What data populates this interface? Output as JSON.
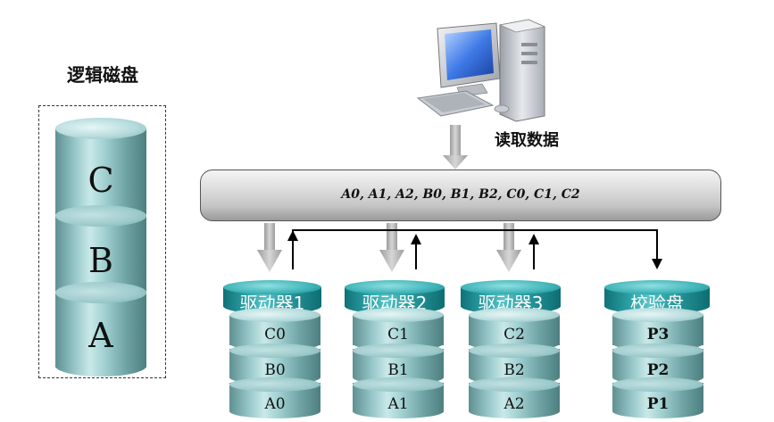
{
  "logical_disk": {
    "title": "逻辑磁盘",
    "segments": [
      "C",
      "B",
      "A"
    ]
  },
  "read_label": "读取数据",
  "bus_label": "A0, A1, A2, B0, B1, B2, C0, C1, C2",
  "drives": [
    {
      "name": "驱动器1",
      "blocks": [
        "C0",
        "B0",
        "A0"
      ]
    },
    {
      "name": "驱动器2",
      "blocks": [
        "C1",
        "B1",
        "A1"
      ]
    },
    {
      "name": "驱动器3",
      "blocks": [
        "C2",
        "B2",
        "A2"
      ]
    },
    {
      "name": "校验盘",
      "blocks": [
        "P3",
        "P2",
        "P1"
      ]
    }
  ],
  "icons": {
    "computer": "desktop-computer-icon",
    "read_arrow": "down-arrow-icon"
  },
  "colors": {
    "logical_disk": "#9fcfd0",
    "drive_header": "#2fa3a8",
    "bus": "#cccccc",
    "arrow_gray": "#b5b5b5",
    "line": "#000000"
  }
}
